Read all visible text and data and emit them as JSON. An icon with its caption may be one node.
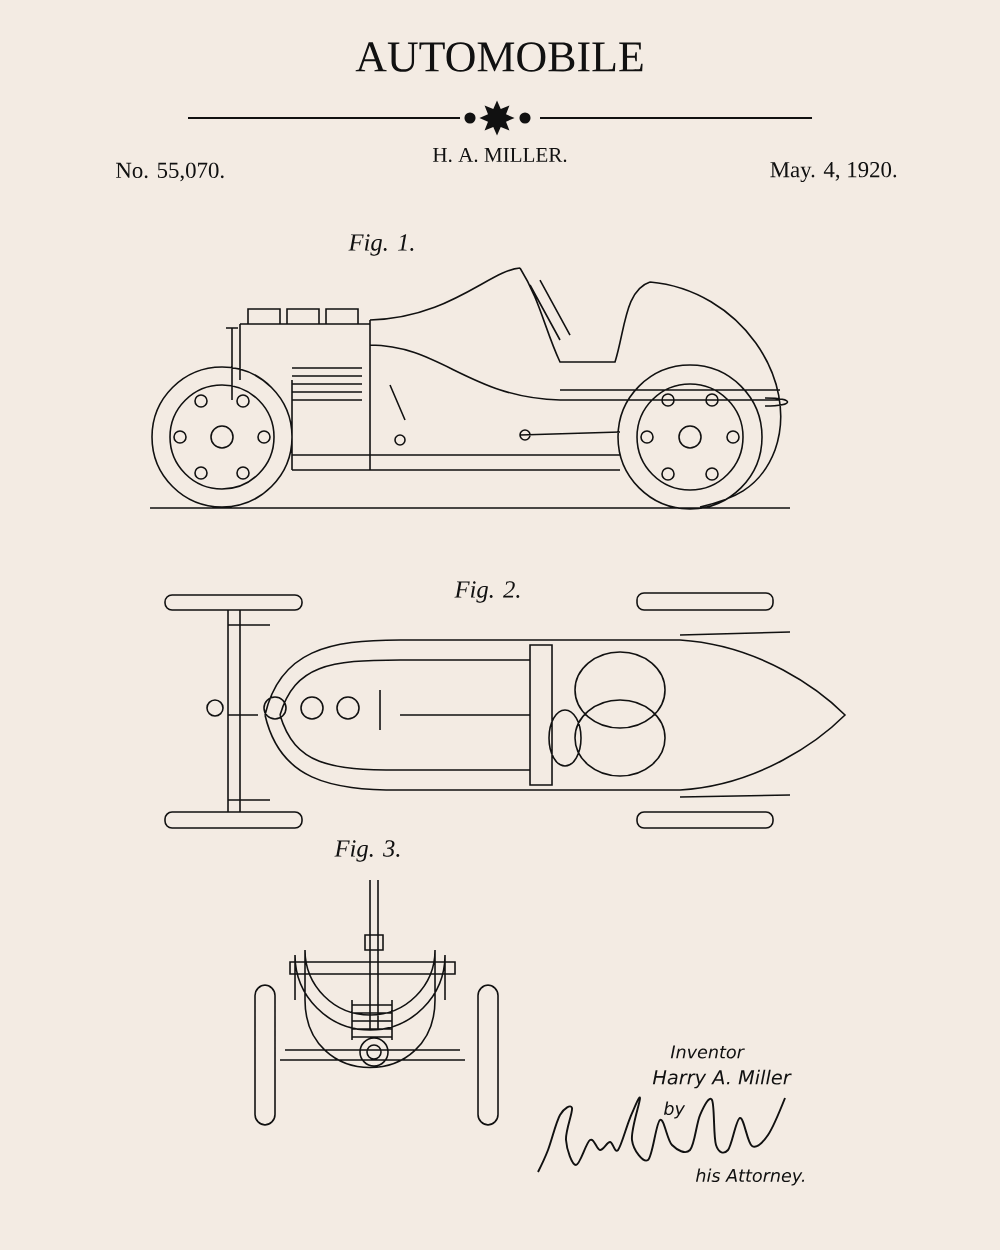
{
  "diagram": {
    "title": "AUTOMOBILE",
    "labels": [
      "H. A. MILLER.",
      "No. 55,070.",
      "May. 4, 1920.",
      "Fig. 1.",
      "Fig. 2.",
      "Fig. 3.",
      "Inventor",
      "Harry A. Miller",
      "by",
      "his Attorney."
    ]
  }
}
